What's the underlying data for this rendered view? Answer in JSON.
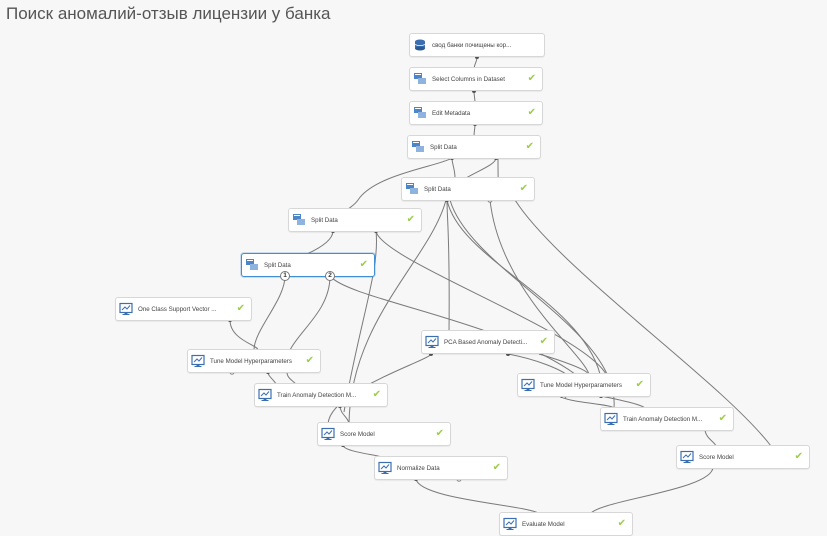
{
  "title": "Поиск аномалий-отзыв лицензии у банка",
  "icons": {
    "dataset": "dataset-icon",
    "transform": "module-icon",
    "model": "model-icon"
  },
  "colors": {
    "accent": "#3f8fd2",
    "check": "#9acd4a",
    "wire": "#777777"
  },
  "modules": [
    {
      "id": "svod",
      "label": "свод банки почищены кор...",
      "icon": "dataset",
      "status": ""
    },
    {
      "id": "select_cols",
      "label": "Select Columns in Dataset",
      "icon": "transform",
      "status": "✔"
    },
    {
      "id": "edit_meta",
      "label": "Edit Metadata",
      "icon": "transform",
      "status": "✔"
    },
    {
      "id": "split1",
      "label": "Split Data",
      "icon": "transform",
      "status": "✔"
    },
    {
      "id": "split2",
      "label": "Split Data",
      "icon": "transform",
      "status": "✔"
    },
    {
      "id": "split3",
      "label": "Split Data",
      "icon": "transform",
      "status": "✔"
    },
    {
      "id": "split4",
      "label": "Split Data",
      "icon": "transform",
      "status": "✔"
    },
    {
      "id": "ocsvm",
      "label": "One Class Support Vector ...",
      "icon": "model",
      "status": "✔"
    },
    {
      "id": "pca",
      "label": "PCA Based Anomaly Detecti...",
      "icon": "model",
      "status": "✔"
    },
    {
      "id": "tune1",
      "label": "Tune Model Hyperparameters",
      "icon": "model",
      "status": "✔"
    },
    {
      "id": "train1",
      "label": "Train Anomaly Detection M...",
      "icon": "model",
      "status": "✔"
    },
    {
      "id": "tune2",
      "label": "Tune Model Hyperparameters",
      "icon": "model",
      "status": "✔"
    },
    {
      "id": "score1",
      "label": "Score Model",
      "icon": "model",
      "status": "✔"
    },
    {
      "id": "train2",
      "label": "Train Anomaly Detection M...",
      "icon": "model",
      "status": "✔"
    },
    {
      "id": "normalize",
      "label": "Normalize Data",
      "icon": "model",
      "status": "✔"
    },
    {
      "id": "score2",
      "label": "Score Model",
      "icon": "model",
      "status": "✔"
    },
    {
      "id": "evaluate",
      "label": "Evaluate Model",
      "icon": "model",
      "status": "✔"
    }
  ],
  "split4_ports": [
    "1",
    "2"
  ]
}
